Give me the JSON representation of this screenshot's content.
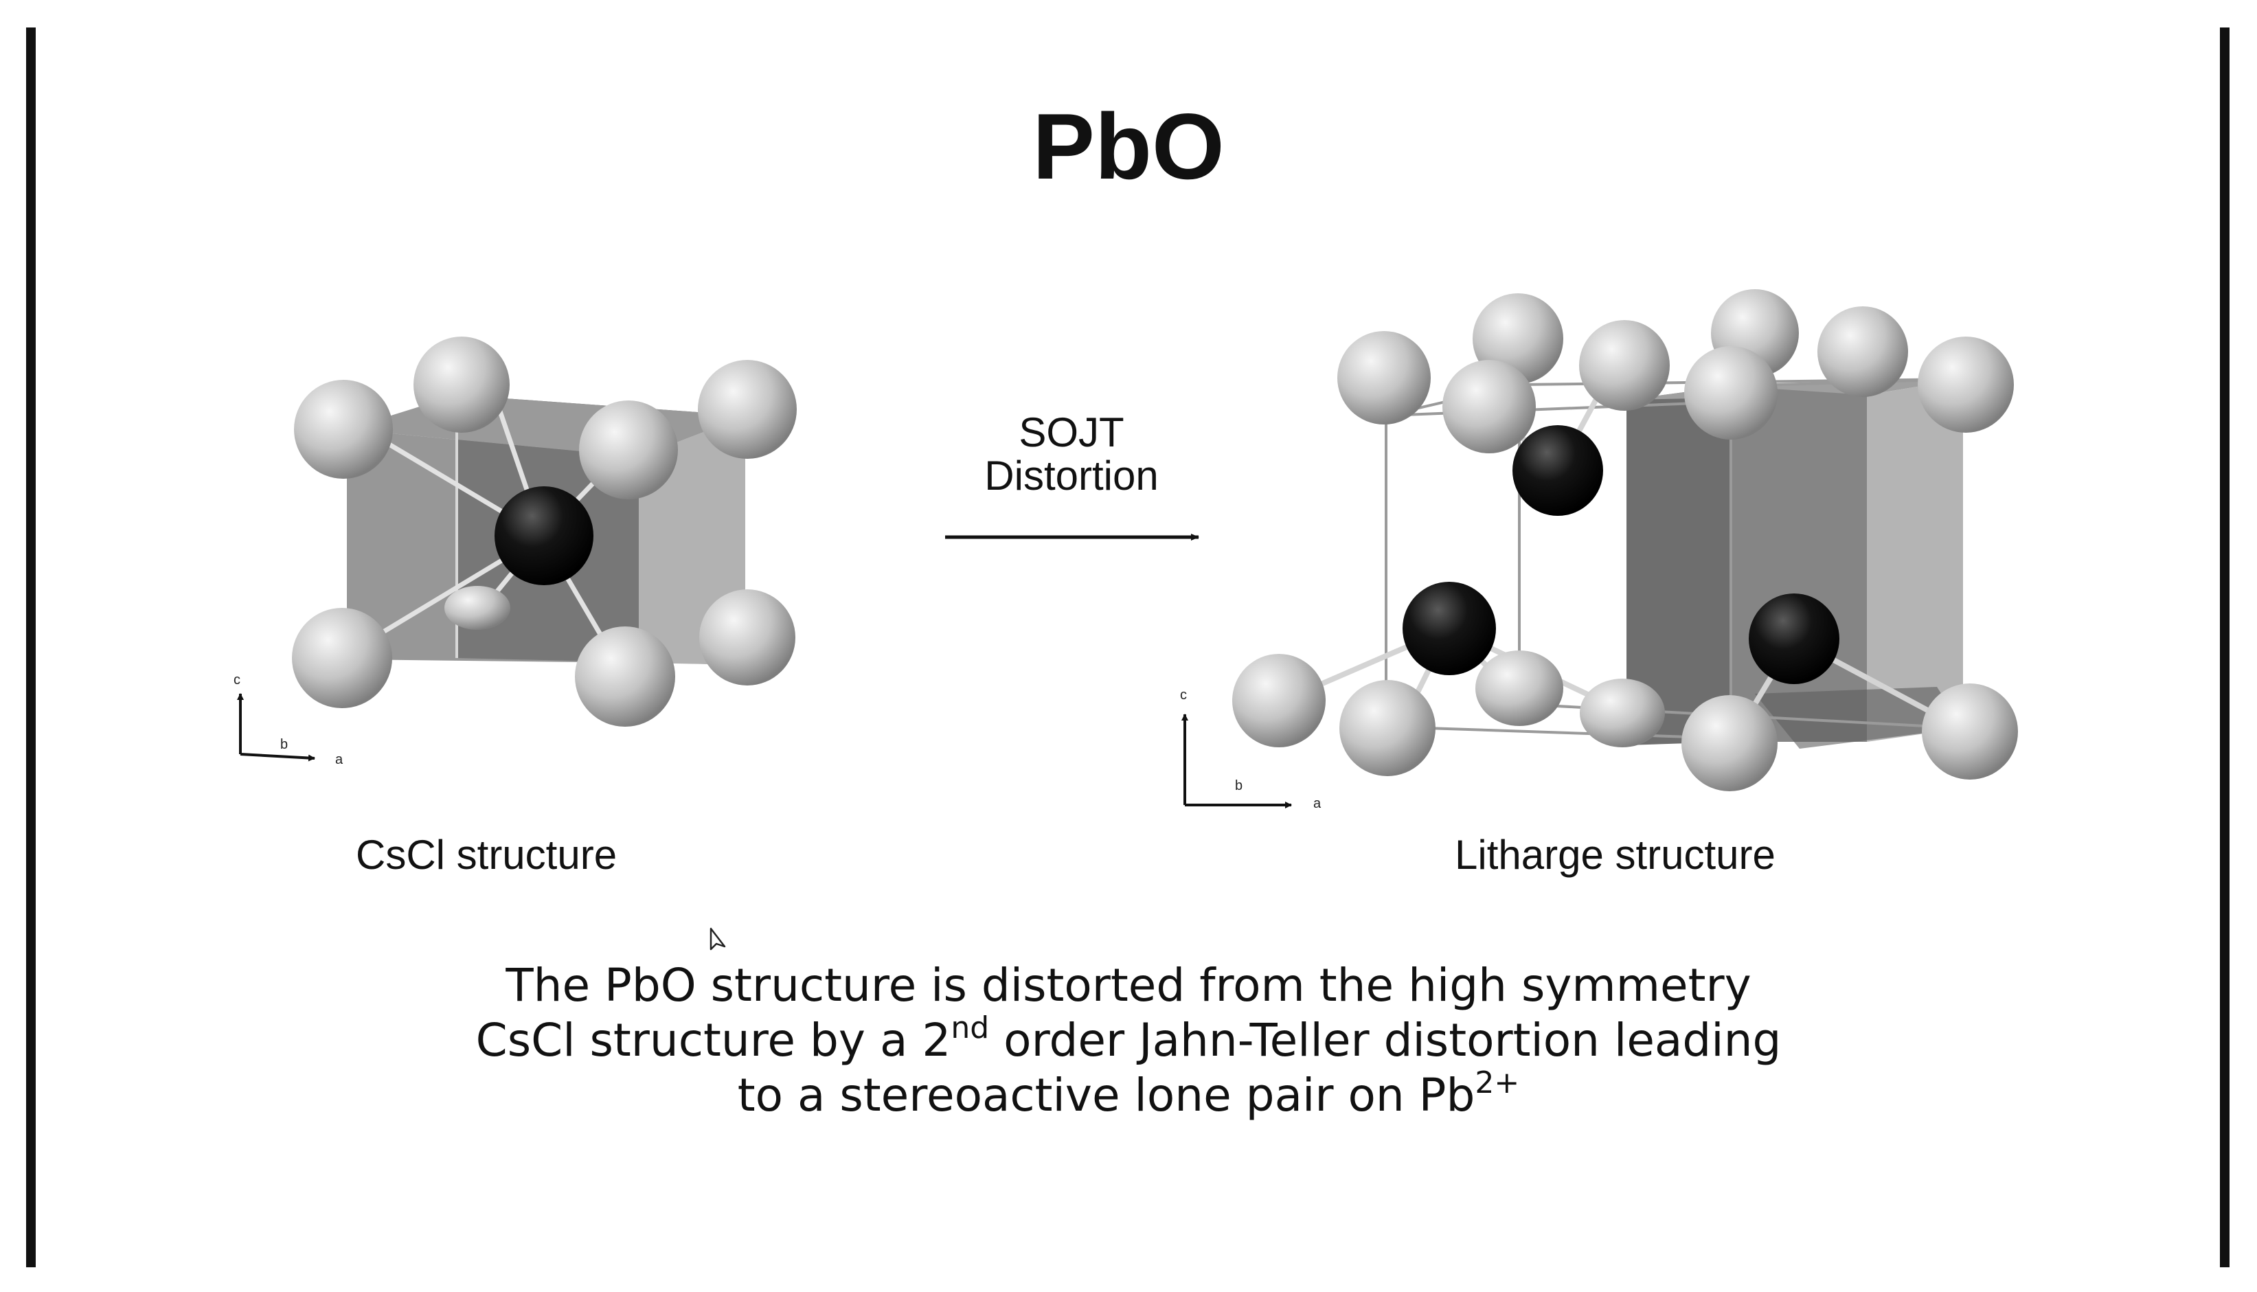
{
  "title": "PbO",
  "arrow_label": {
    "line1": "SOJT",
    "line2": "Distortion"
  },
  "captions": {
    "left": "CsCl structure",
    "right": "Litharge structure"
  },
  "description": {
    "line1": "The PbO structure is distorted from the high symmetry",
    "line2_pre": "CsCl structure by a 2",
    "line2_sup": "nd",
    "line2_post": " order Jahn-Teller distortion leading",
    "line3_pre": "to a stereoactive lone pair on Pb",
    "line3_sup": "2+"
  },
  "axes": {
    "left": {
      "c": "c",
      "b": "b",
      "a": "a"
    },
    "right": {
      "c": "c",
      "b": "b",
      "a": "a"
    }
  },
  "colors": {
    "pb_atom": "#0b0b0b",
    "o_atom": "#c4c4c4",
    "polyhedron": "#7d7d7d",
    "border": "#111111"
  },
  "icons": [
    "cursor-icon"
  ]
}
